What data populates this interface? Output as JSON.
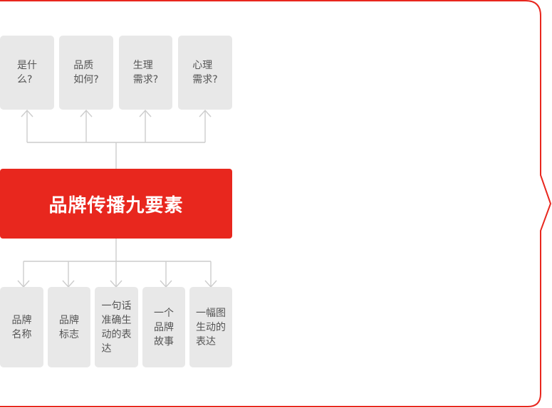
{
  "colors": {
    "accent": "#e8271e",
    "box_bg": "#e8e8e8",
    "box_text": "#555555",
    "connector": "#cccccc"
  },
  "center": {
    "label": "品牌传播九要素"
  },
  "top_boxes": [
    {
      "label": "是什\n么?"
    },
    {
      "label": "品质\n如何?"
    },
    {
      "label": "生理\n需求?"
    },
    {
      "label": "心理\n需求?"
    }
  ],
  "bottom_boxes": [
    {
      "label": "品牌\n名称"
    },
    {
      "label": "品牌\n标志"
    },
    {
      "label": "一句话\n准确生\n动的表\n达"
    },
    {
      "label": "一个\n品牌\n故事"
    },
    {
      "label": "一幅图\n生动的\n表达"
    }
  ]
}
